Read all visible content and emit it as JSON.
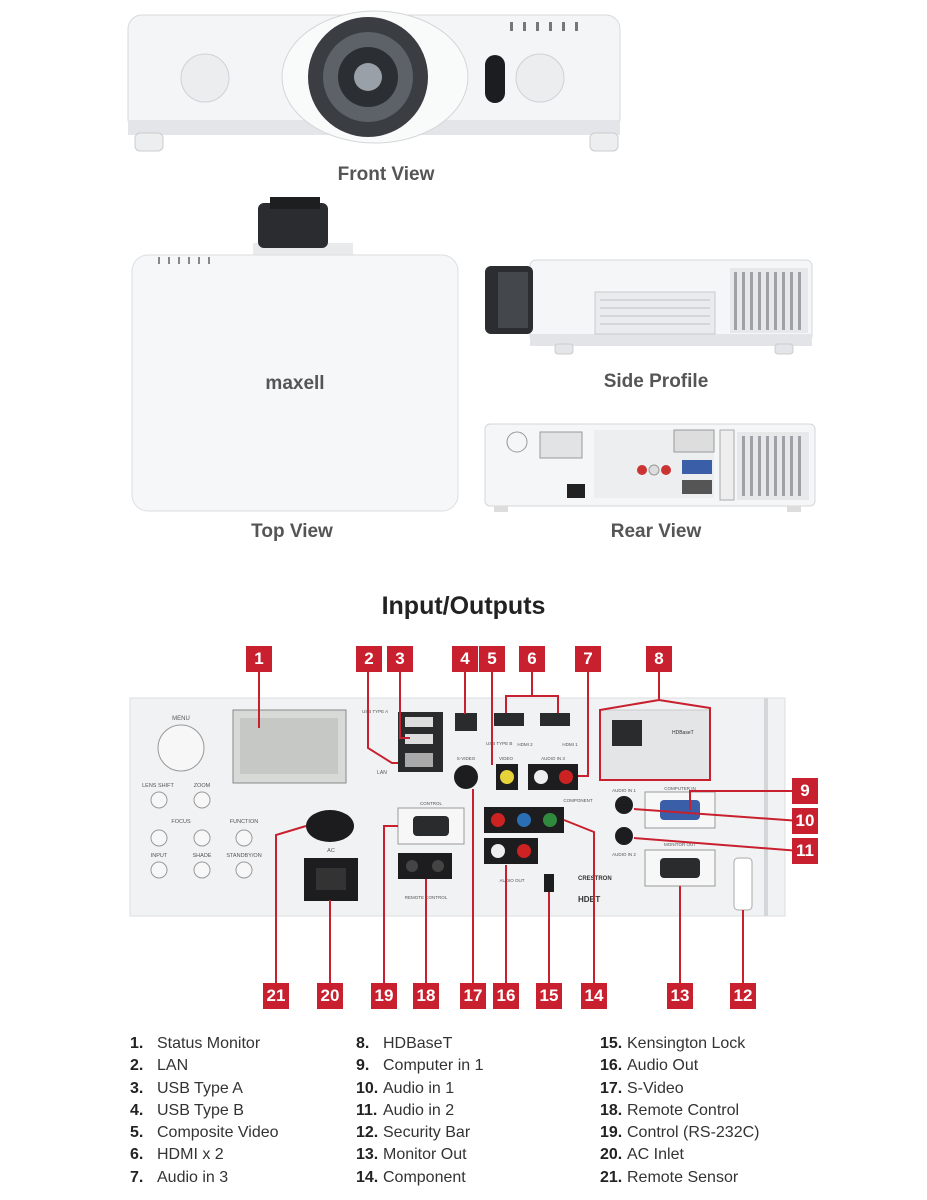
{
  "views": {
    "front": "Front View",
    "top": "Top View",
    "side": "Side Profile",
    "rear": "Rear View"
  },
  "brand": "maxell",
  "section_title": "Input/Outputs",
  "panel_labels": {
    "menu": "MENU",
    "lens_shift": "LENS SHIFT",
    "zoom": "ZOOM",
    "focus": "FOCUS",
    "function": "FUNCTION",
    "input": "INPUT",
    "shade": "SHADE",
    "standby": "STANDBY/ON",
    "usb_type_a": "USB TYPE A",
    "lan": "LAN",
    "usb_type_b": "USB TYPE B",
    "hdmi2": "HDMI 2",
    "hdmi1": "HDMI 1",
    "svideo": "S-VIDEO",
    "video": "VIDEO",
    "audio_in3": "AUDIO IN 3",
    "component": "COMPONENT",
    "control": "CONTROL",
    "audio_out": "AUDIO OUT",
    "remote_control": "REMOTE CONTROL",
    "ac": "AC",
    "audio_in1": "AUDIO IN 1",
    "audio_in2": "AUDIO IN 2",
    "computer_in": "COMPUTER IN",
    "monitor_out": "MONITOR OUT",
    "hdbaset": "HDBaseT",
    "crestron": "CRESTRON",
    "hdbt": "HDBT"
  },
  "legend": [
    {
      "num": "1.",
      "label": "Status Monitor"
    },
    {
      "num": "2.",
      "label": "LAN"
    },
    {
      "num": "3.",
      "label": "USB Type A"
    },
    {
      "num": "4.",
      "label": "USB Type B"
    },
    {
      "num": "5.",
      "label": "Composite Video"
    },
    {
      "num": "6.",
      "label": "HDMI x 2"
    },
    {
      "num": "7.",
      "label": "Audio in 3"
    },
    {
      "num": "8.",
      "label": "HDBaseT"
    },
    {
      "num": "9.",
      "label": "Computer in 1"
    },
    {
      "num": "10.",
      "label": "Audio in 1"
    },
    {
      "num": "11.",
      "label": "Audio in 2"
    },
    {
      "num": "12.",
      "label": "Security Bar"
    },
    {
      "num": "13.",
      "label": "Monitor Out"
    },
    {
      "num": "14.",
      "label": "Component"
    },
    {
      "num": "15.",
      "label": "Kensington Lock"
    },
    {
      "num": "16.",
      "label": "Audio Out"
    },
    {
      "num": "17.",
      "label": "S-Video"
    },
    {
      "num": "18.",
      "label": "Remote Control"
    },
    {
      "num": "19.",
      "label": "Control (RS-232C)"
    },
    {
      "num": "20.",
      "label": "AC Inlet"
    },
    {
      "num": "21.",
      "label": "Remote Sensor"
    }
  ],
  "callouts_top": [
    "1",
    "2",
    "3",
    "4",
    "5",
    "6",
    "7",
    "8"
  ],
  "callouts_right": [
    "9",
    "10",
    "11"
  ],
  "callouts_bottom": [
    "21",
    "20",
    "19",
    "18",
    "17",
    "16",
    "15",
    "14",
    "13",
    "12"
  ],
  "colors": {
    "callout": "#c8202e",
    "body": "#f2f2f2"
  }
}
